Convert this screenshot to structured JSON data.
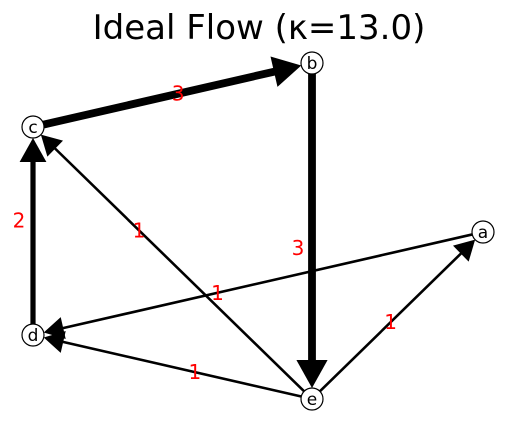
{
  "title": "Ideal Flow (κ=13.0)",
  "colors": {
    "edge": "#000000",
    "edge_label": "#ff0000",
    "node_fill": "#ffffff",
    "node_stroke": "#000000",
    "background": "#ffffff"
  },
  "nodes": [
    {
      "id": "a",
      "label": "a"
    },
    {
      "id": "b",
      "label": "b"
    },
    {
      "id": "c",
      "label": "c"
    },
    {
      "id": "d",
      "label": "d"
    },
    {
      "id": "e",
      "label": "e"
    }
  ],
  "edges": [
    {
      "from": "c",
      "to": "b",
      "flow": "3"
    },
    {
      "from": "b",
      "to": "e",
      "flow": "3"
    },
    {
      "from": "d",
      "to": "c",
      "flow": "2"
    },
    {
      "from": "e",
      "to": "c",
      "flow": "1"
    },
    {
      "from": "a",
      "to": "d",
      "flow": "1"
    },
    {
      "from": "e",
      "to": "a",
      "flow": "1"
    },
    {
      "from": "e",
      "to": "d",
      "flow": "1"
    }
  ]
}
